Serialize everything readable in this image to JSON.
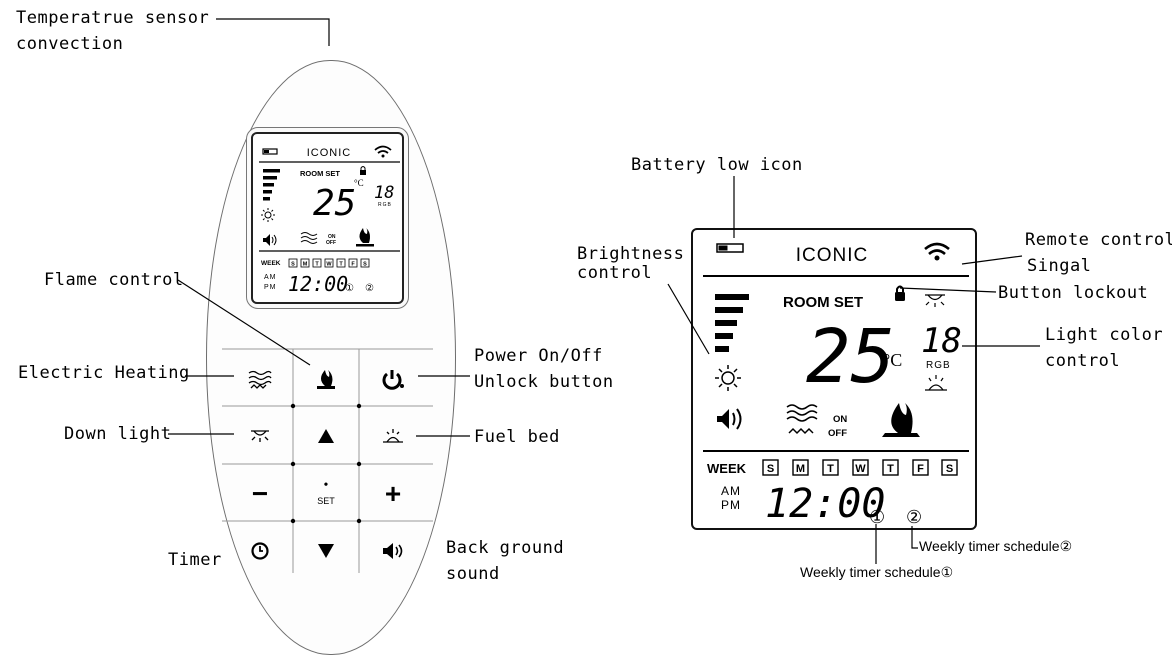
{
  "labels": {
    "temp_sensor_line1": "Temperatrue sensor",
    "temp_sensor_line2": "convection",
    "flame_control": "Flame control",
    "electric_heating": "Electric Heating",
    "down_light": "Down light",
    "timer": "Timer",
    "power_line1": "Power On/Off",
    "power_line2": "Unlock button",
    "fuel_bed": "Fuel bed",
    "back_ground_line1": "Back ground",
    "back_ground_line2": "sound",
    "battery_low": "Battery low icon",
    "brightness_line1": "Brightness",
    "brightness_line2": "control",
    "remote_signal_line1": "Remote control",
    "remote_signal_line2": "Singal",
    "button_lockout": "Button lockout",
    "light_color_line1": "Light color",
    "light_color_line2": "control",
    "weekly_schedule_1": "Weekly timer schedule①",
    "weekly_schedule_2": "Weekly timer schedule②"
  },
  "lcd": {
    "brand": "ICONIC",
    "room_set": "ROOM SET",
    "temperature": "25",
    "unit": "°C",
    "color_code": "18",
    "rgb": "RGB",
    "on": "ON",
    "off": "OFF",
    "week": "WEEK",
    "days": [
      "S",
      "M",
      "T",
      "W",
      "T",
      "F",
      "S"
    ],
    "am": "AM",
    "pm": "PM",
    "time": "12:00",
    "schedule_1": "①",
    "schedule_2": "②"
  },
  "remote": {
    "set_label": "SET",
    "minus": "−",
    "plus": "+"
  }
}
